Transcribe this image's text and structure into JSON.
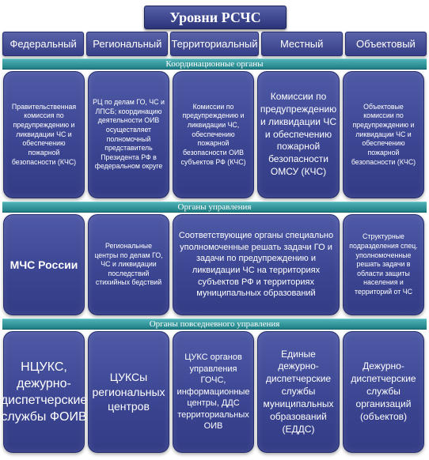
{
  "title": "Уровни РСЧС",
  "levels": [
    "Федеральный",
    "Региональный",
    "Территориальный",
    "Местный",
    "Объектовый"
  ],
  "sections": {
    "coordination": "Координационные органы",
    "management": "Органы управления",
    "daily": "Органы повседневного управления"
  },
  "coordination": [
    "Правительственная комиссия по предупреждению и ликвидации ЧС и обеспечению пожарной безопасности (КЧС)",
    "РЦ по делам ГО, ЧС и ЛПСБ; координацию деятельности ОИВ осуществляет полномочный представитель Президента РФ в федеральном округе",
    "Комиссии по предупреждению и ликвидации ЧС, обеспечению пожарной безопасности ОИВ субъектов РФ (КЧС)",
    "Комиссии по предупреждению и ликвидации ЧС и обеспечению пожарной безопасности ОМСУ (КЧС)",
    "Объектовые комиссии по предупреждению и ликвидации ЧС и обеспечению пожарной безопасности (КЧС)"
  ],
  "management": [
    "МЧС России",
    "Региональные центры по делам ГО, ЧС и ликвидации последствий стихийных бедствий",
    "Соответствующие органы специально уполномоченные решать задачи ГО и задачи по предупреждению и ликвидации ЧС на территориях субъектов РФ и территориях муниципальных образований",
    "Структурные подразделения спец. уполномоченные решать задачи в области защиты населения и территорий от ЧС"
  ],
  "daily": [
    "НЦУКС, дежурно-диспетчерские службы ФОИВ",
    "ЦУКСы региональных центров",
    "ЦУКС органов управления ГОЧС, информационные центры, ДДС территориальных ОИВ",
    "Единые дежурно-диспетчерские службы муниципальных образований (ЕДДС)",
    "Дежурно-диспетчерские службы организаций (объектов)"
  ]
}
